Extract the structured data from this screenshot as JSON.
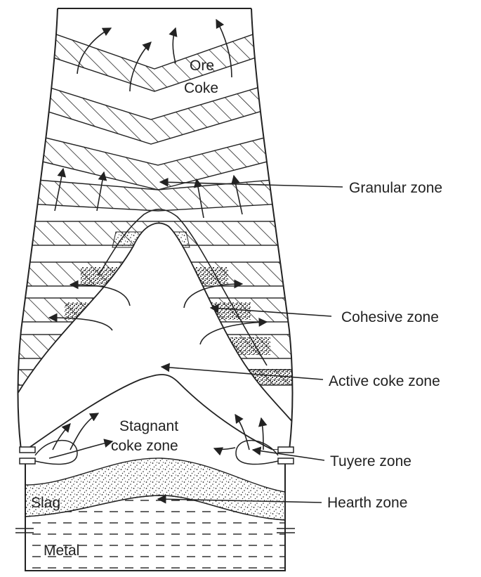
{
  "diagram": {
    "layer_labels": {
      "ore": "Ore",
      "coke": "Coke"
    },
    "zone_labels": {
      "granular": "Granular zone",
      "cohesive": "Cohesive zone",
      "active_coke": "Active coke zone",
      "stagnant_line1": "Stagnant",
      "stagnant_line2": "coke zone",
      "tuyere": "Tuyere zone",
      "hearth": "Hearth zone"
    },
    "phase_labels": {
      "slag": "Slag",
      "metal": "Metal"
    },
    "colors": {
      "ink": "#222222",
      "background": "#ffffff"
    }
  }
}
